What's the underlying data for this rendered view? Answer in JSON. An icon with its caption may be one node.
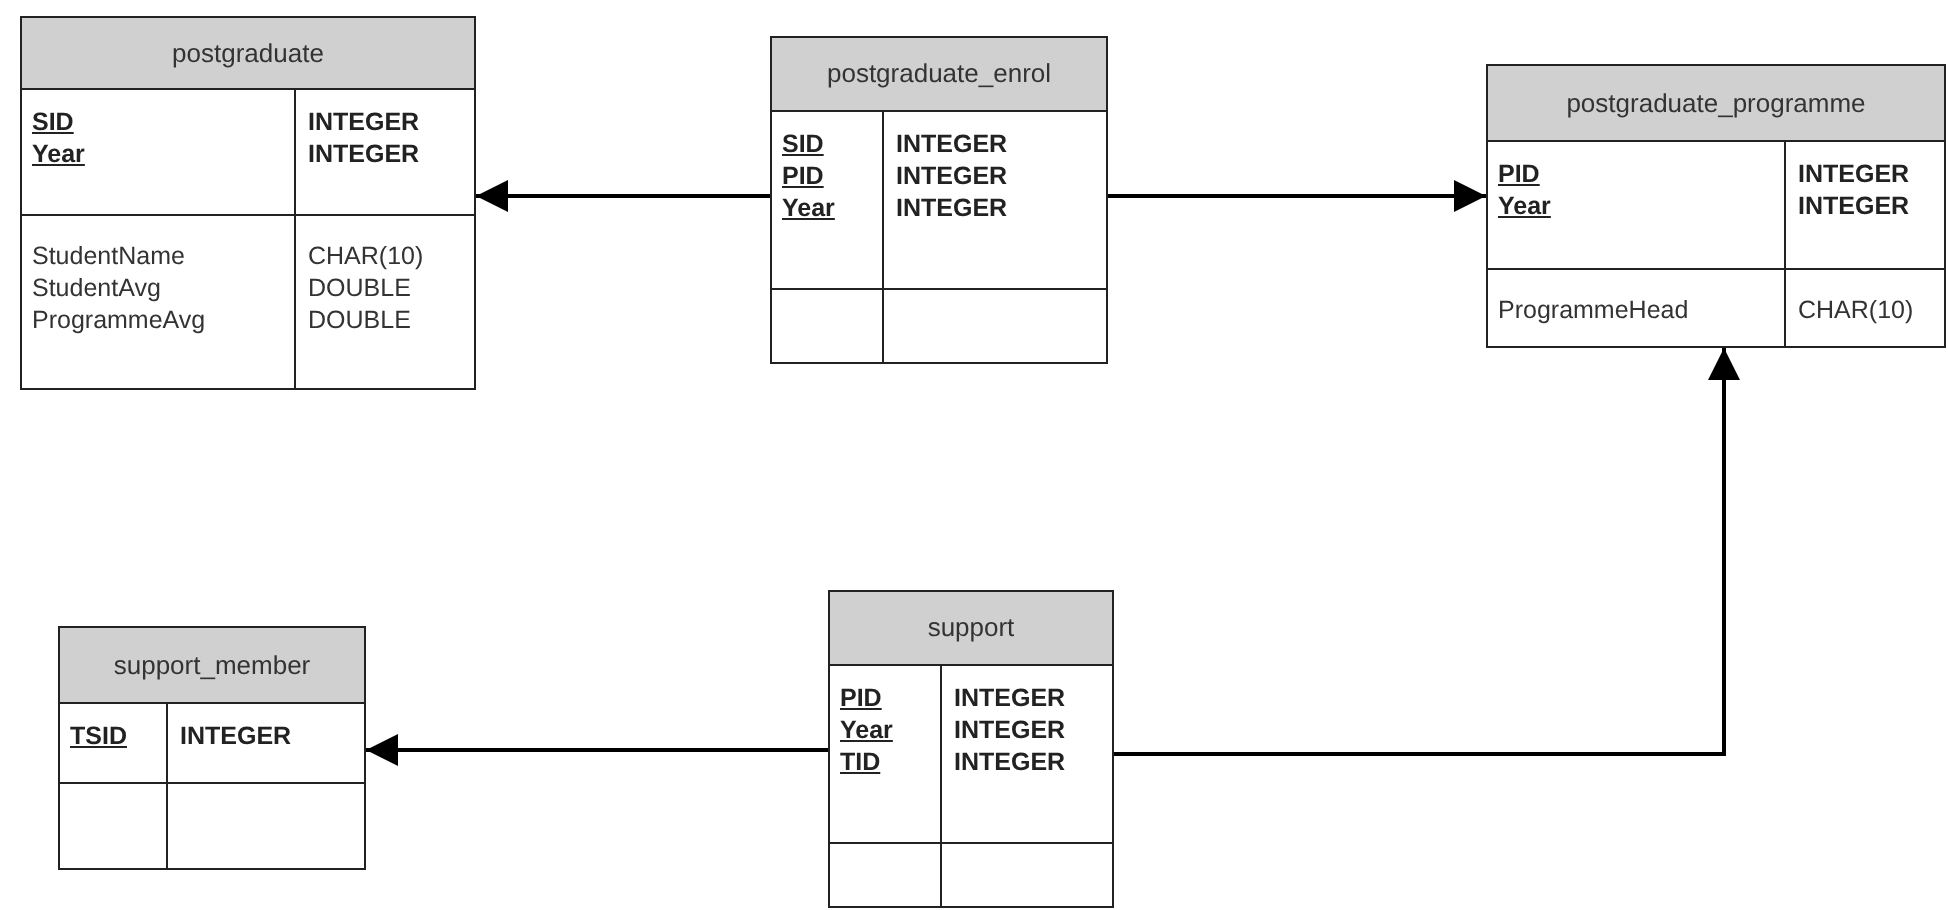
{
  "diagram": {
    "nodes": [
      {
        "text": [
          "postgraduate"
        ]
      },
      {
        "text": [
          "SID",
          "INTEGER",
          "Year",
          "INTEGER"
        ],
        "in": 0
      },
      {
        "text": [
          "StudentName",
          "CHAR(10)",
          "StudentAvg",
          "DOUBLE",
          "ProgrammeAvg",
          "DOUBLE"
        ],
        "in": 0
      },
      {
        "text": [
          "postgraduate_enrol"
        ]
      },
      {
        "text": [
          "SID",
          "INTEGER",
          "PID",
          "INTEGER",
          "Year",
          "INTEGER"
        ],
        "in": 3
      },
      {
        "text": [],
        "shape": "box",
        "in": 3
      },
      {
        "text": [
          "postgraduate_programme"
        ]
      },
      {
        "text": [
          "PID",
          "INTEGER",
          "Year",
          "INTEGER"
        ],
        "in": 6
      },
      {
        "text": [
          "ProgrammeHead",
          "CHAR(10)"
        ],
        "in": 6
      },
      {
        "text": [
          "support_member"
        ]
      },
      {
        "text": [
          "TSID",
          "INTEGER"
        ],
        "in": 9
      },
      {
        "text": [],
        "shape": "box",
        "in": 9
      },
      {
        "text": [
          "support"
        ]
      },
      {
        "text": [
          "PID",
          "INTEGER",
          "Year",
          "INTEGER",
          "TID",
          "INTEGER"
        ],
        "in": 12
      },
      {
        "text": [],
        "shape": "box",
        "in": 12
      }
    ],
    "edges": [
      {
        "from": 3,
        "to": 0,
        "arrow": "to"
      },
      {
        "from": 3,
        "to": 6,
        "arrow": "to"
      },
      {
        "from": 12,
        "to": 9,
        "arrow": "to"
      },
      {
        "from": 12,
        "to": 6,
        "arrow": "to"
      }
    ]
  }
}
